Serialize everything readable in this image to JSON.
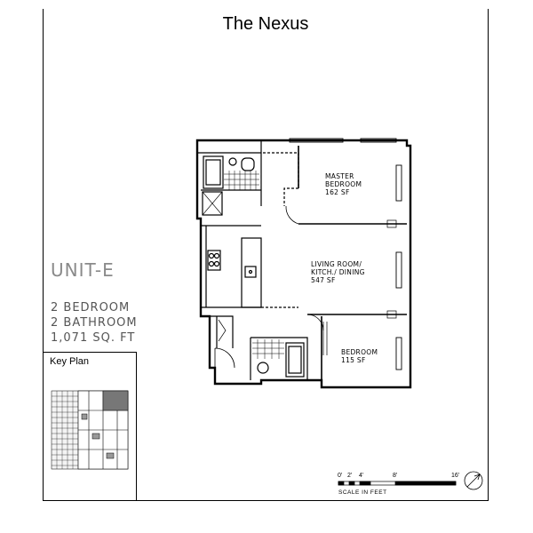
{
  "title": "The Nexus",
  "unit": {
    "name": "UNIT-E",
    "bedrooms": "2 BEDROOM",
    "bathrooms": "2 BATHROOM",
    "area": "1,071 SQ. FT"
  },
  "key_plan": {
    "label": "Key Plan"
  },
  "rooms": {
    "master": {
      "line1": "MASTER",
      "line2": "BEDROOM",
      "line3": "162 SF"
    },
    "living": {
      "line1": "LIVING ROOM/",
      "line2": "KITCH./ DINING",
      "line3": "547 SF"
    },
    "bedroom": {
      "line1": "BEDROOM",
      "line2": "115 SF"
    }
  },
  "scale": {
    "ticks": [
      "0'",
      "2'",
      "4'",
      "8'",
      "16'"
    ],
    "caption": "SCALE IN FEET"
  },
  "colors": {
    "line": "#000000",
    "unit_text": "#8a8a8a",
    "info_text": "#555555"
  }
}
